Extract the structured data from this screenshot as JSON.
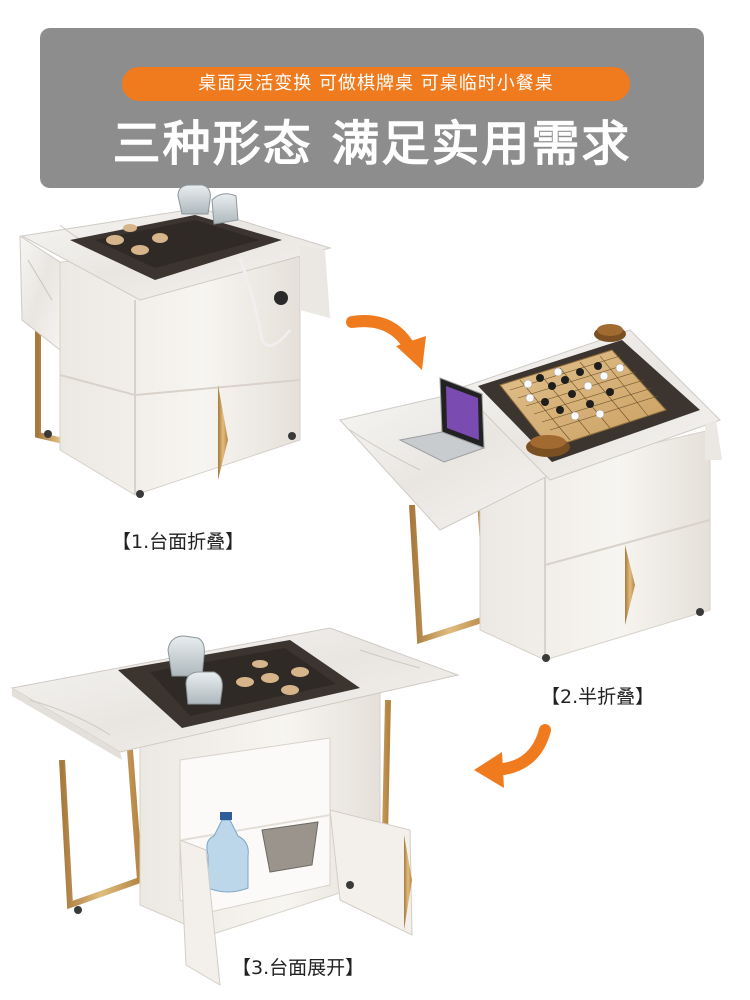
{
  "banner": {
    "pill_text": "桌面灵活变换  可做棋牌桌  可桌临时小餐桌",
    "headline": "三种形态 满足实用需求",
    "pill_color": "#f07a1e",
    "banner_color": "#8d8d8d"
  },
  "captions": {
    "folded": "【1.台面折叠】",
    "half_folded": "【2.半折叠】",
    "unfolded": "【3.台面展开】"
  },
  "colors": {
    "marble": "#f1efec",
    "cabinet": "#f4f1ec",
    "gold": "#c59a5c",
    "dark_panel": "#3b342f",
    "arrow": "#f07a1e"
  }
}
